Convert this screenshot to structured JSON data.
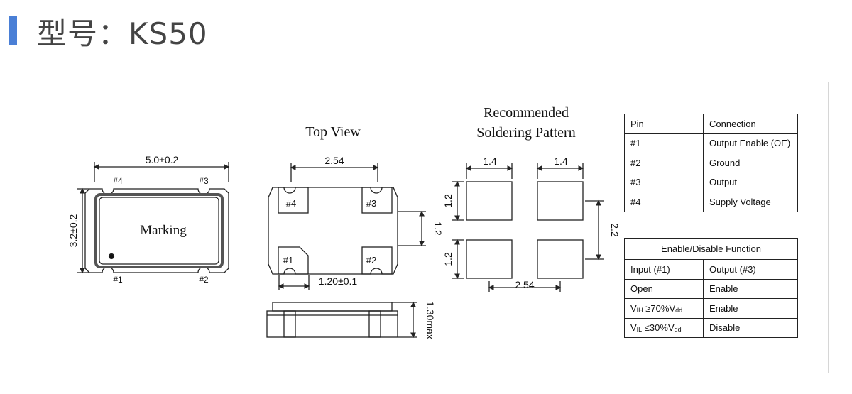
{
  "header": {
    "title": "型号：KS50",
    "accent_color": "#4a7fd6"
  },
  "diagram": {
    "side_view": {
      "width_dim": "5.0±0.2",
      "height_dim": "3.2±0.2",
      "marking": "Marking",
      "pins": [
        "#1",
        "#2",
        "#3",
        "#4"
      ]
    },
    "top_view": {
      "title": "Top View",
      "pitch_dim": "2.54",
      "pad_height_dim": "1.2",
      "pad_width_dim": "1.20±0.1",
      "thickness_dim": "1.30max",
      "pins": [
        "#1",
        "#2",
        "#3",
        "#4"
      ]
    },
    "soldering": {
      "title_line1": "Recommended",
      "title_line2": "Soldering Pattern",
      "pad_w_left": "1.4",
      "pad_w_right": "1.4",
      "pad_h_top": "1.2",
      "pad_h_bottom": "1.2",
      "row_pitch": "2.2",
      "col_pitch": "2.54"
    }
  },
  "pin_table": {
    "headers": [
      "Pin",
      "Connection"
    ],
    "rows": [
      [
        "#1",
        "Output Enable (OE)"
      ],
      [
        "#2",
        "Ground"
      ],
      [
        "#3",
        "Output"
      ],
      [
        "#4",
        "Supply Voltage"
      ]
    ]
  },
  "function_table": {
    "title": "Enable/Disable Function",
    "headers": [
      "Input (#1)",
      "Output (#3)"
    ],
    "rows": [
      {
        "input": "Open",
        "output": "Enable"
      },
      {
        "input_prefix": "V",
        "input_sub": "IH",
        "input_mid": " ≥70%V",
        "input_sub2": "dd",
        "output": "Enable"
      },
      {
        "input_prefix": "V",
        "input_sub": "IL",
        "input_mid": " ≤30%V",
        "input_sub2": "dd",
        "output": "Disable"
      }
    ]
  }
}
